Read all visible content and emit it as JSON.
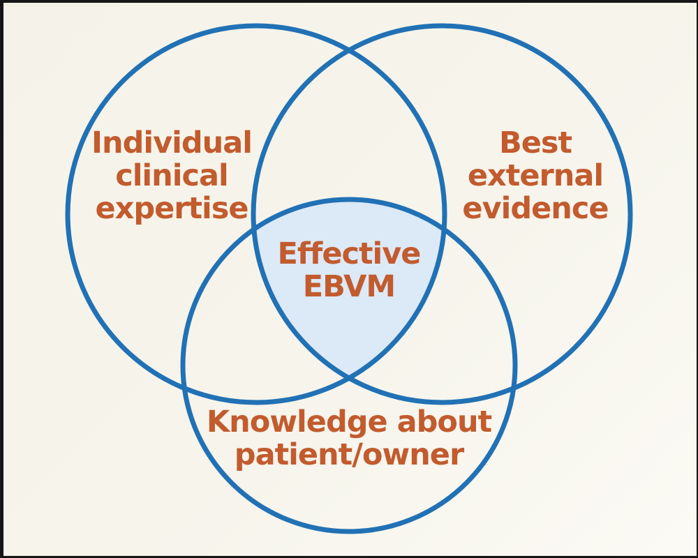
{
  "diagram": {
    "type": "venn",
    "description": "Three-circle Venn diagram of Evidence-Based Veterinary Medicine",
    "colors": {
      "circle_stroke": "#2171b5",
      "center_fill": "#dce9f7",
      "label_color": "#c25b2e",
      "background": "#f6f4eb",
      "frame_border": "#161616"
    },
    "sets": [
      {
        "id": "individual-clinical-expertise",
        "label": "Individual\nclinical\nexpertise"
      },
      {
        "id": "best-external-evidence",
        "label": "Best\nexternal\nevidence"
      },
      {
        "id": "knowledge-about-patient-owner",
        "label": "Knowledge about\npatient/owner"
      }
    ],
    "intersection_label": "Effective\nEBVM"
  }
}
